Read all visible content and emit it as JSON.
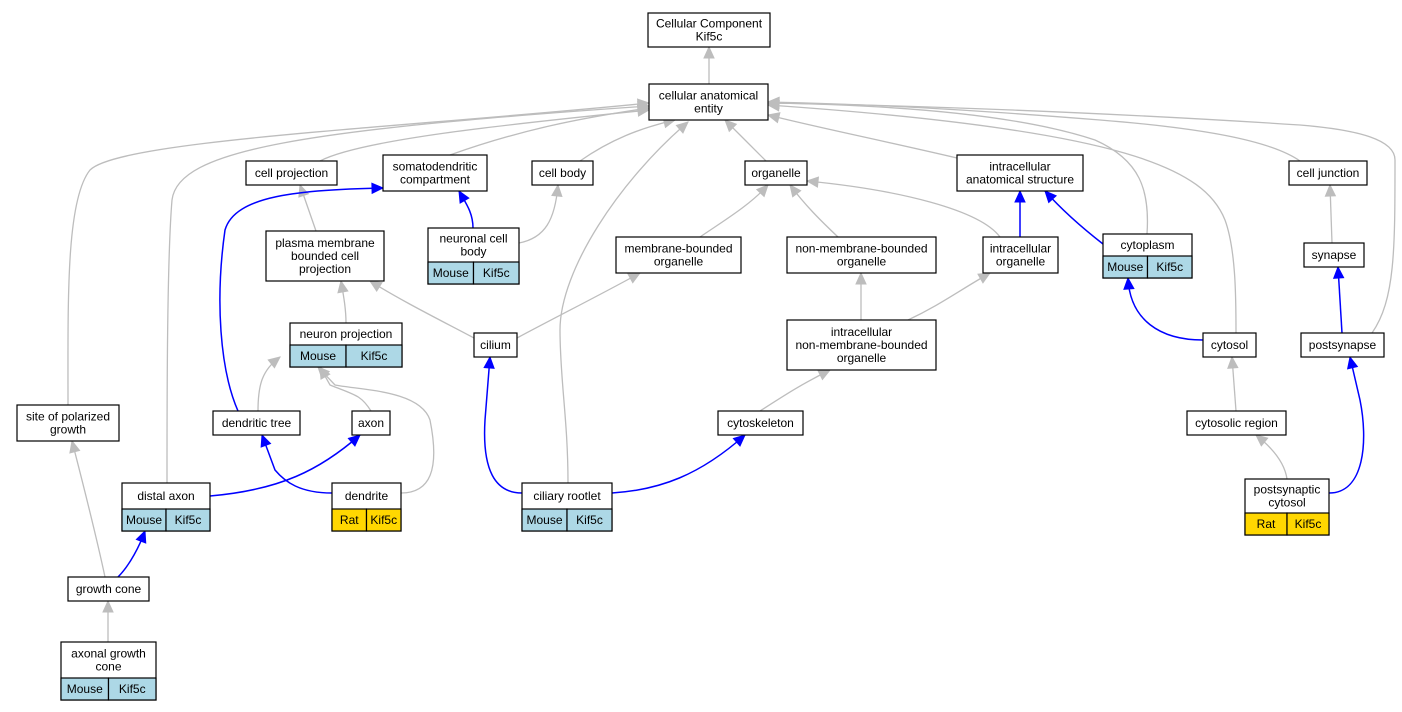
{
  "colors": {
    "edge_gray": "#bdbdbd",
    "edge_blue": "#0000ff",
    "mouse": "#add8e6",
    "rat": "#ffd700"
  },
  "nodes": {
    "cc": {
      "lines": [
        "Cellular Component",
        "Kif5c"
      ]
    },
    "cae": {
      "lines": [
        "cellular anatomical",
        "entity"
      ]
    },
    "cproj": {
      "lines": [
        "cell projection"
      ]
    },
    "sdc": {
      "lines": [
        "somatodendritic",
        "compartment"
      ]
    },
    "cbody": {
      "lines": [
        "cell body"
      ]
    },
    "org": {
      "lines": [
        "organelle"
      ]
    },
    "ias": {
      "lines": [
        "intracellular",
        "anatomical structure"
      ]
    },
    "cjunc": {
      "lines": [
        "cell junction"
      ]
    },
    "pmbcp": {
      "lines": [
        "plasma membrane",
        "bounded cell",
        "projection"
      ]
    },
    "ncb": {
      "lines": [
        "neuronal cell",
        "body"
      ],
      "species": "Mouse",
      "gene": "Kif5c"
    },
    "mbo": {
      "lines": [
        "membrane-bounded",
        "organelle"
      ]
    },
    "nmbo": {
      "lines": [
        "non-membrane-bounded",
        "organelle"
      ]
    },
    "io": {
      "lines": [
        "intracellular",
        "organelle"
      ]
    },
    "cyto": {
      "lines": [
        "cytoplasm"
      ],
      "species": "Mouse",
      "gene": "Kif5c"
    },
    "syn": {
      "lines": [
        "synapse"
      ]
    },
    "np": {
      "lines": [
        "neuron projection"
      ],
      "species": "Mouse",
      "gene": "Kif5c"
    },
    "cil": {
      "lines": [
        "cilium"
      ]
    },
    "inmbo": {
      "lines": [
        "intracellular",
        "non-membrane-bounded",
        "organelle"
      ]
    },
    "cytosol": {
      "lines": [
        "cytosol"
      ]
    },
    "psyn": {
      "lines": [
        "postsynapse"
      ]
    },
    "spg": {
      "lines": [
        "site of polarized",
        "growth"
      ]
    },
    "dtree": {
      "lines": [
        "dendritic tree"
      ]
    },
    "axon": {
      "lines": [
        "axon"
      ]
    },
    "csk": {
      "lines": [
        "cytoskeleton"
      ]
    },
    "cr": {
      "lines": [
        "cytosolic region"
      ]
    },
    "dax": {
      "lines": [
        "distal axon"
      ],
      "species": "Mouse",
      "gene": "Kif5c"
    },
    "dend": {
      "lines": [
        "dendrite"
      ],
      "species": "Rat",
      "gene": "Kif5c"
    },
    "crt": {
      "lines": [
        "ciliary rootlet"
      ],
      "species": "Mouse",
      "gene": "Kif5c"
    },
    "pscyt": {
      "lines": [
        "postsynaptic",
        "cytosol"
      ],
      "species": "Rat",
      "gene": "Kif5c"
    },
    "gc": {
      "lines": [
        "growth cone"
      ]
    },
    "agc": {
      "lines": [
        "axonal growth",
        "cone"
      ],
      "species": "Mouse",
      "gene": "Kif5c"
    }
  },
  "edges": [
    {
      "from": "cae",
      "to": "cc",
      "color": "gray"
    },
    {
      "from": "cproj",
      "to": "cae",
      "color": "gray"
    },
    {
      "from": "sdc",
      "to": "cae",
      "color": "gray"
    },
    {
      "from": "cbody",
      "to": "cae",
      "color": "gray"
    },
    {
      "from": "org",
      "to": "cae",
      "color": "gray"
    },
    {
      "from": "ias",
      "to": "cae",
      "color": "gray"
    },
    {
      "from": "cjunc",
      "to": "cae",
      "color": "gray"
    },
    {
      "from": "cyto",
      "to": "cae",
      "color": "gray"
    },
    {
      "from": "cytosol",
      "to": "cae",
      "color": "gray"
    },
    {
      "from": "psyn",
      "to": "cae",
      "color": "gray"
    },
    {
      "from": "spg",
      "to": "cae",
      "color": "gray"
    },
    {
      "from": "dax",
      "to": "cae",
      "color": "gray"
    },
    {
      "from": "crt",
      "to": "cae",
      "color": "gray"
    },
    {
      "from": "pmbcp",
      "to": "cproj",
      "color": "gray"
    },
    {
      "from": "ncb",
      "to": "sdc",
      "color": "blue"
    },
    {
      "from": "ncb",
      "to": "cbody",
      "color": "gray"
    },
    {
      "from": "mbo",
      "to": "org",
      "color": "gray"
    },
    {
      "from": "nmbo",
      "to": "org",
      "color": "gray"
    },
    {
      "from": "io",
      "to": "org",
      "color": "gray"
    },
    {
      "from": "io",
      "to": "ias",
      "color": "blue"
    },
    {
      "from": "cyto",
      "to": "ias",
      "color": "blue"
    },
    {
      "from": "syn",
      "to": "cjunc",
      "color": "gray"
    },
    {
      "from": "np",
      "to": "pmbcp",
      "color": "gray"
    },
    {
      "from": "cil",
      "to": "pmbcp",
      "color": "gray"
    },
    {
      "from": "cil",
      "to": "mbo",
      "color": "gray"
    },
    {
      "from": "inmbo",
      "to": "nmbo",
      "color": "gray"
    },
    {
      "from": "inmbo",
      "to": "io",
      "color": "gray"
    },
    {
      "from": "cytosol",
      "to": "cyto",
      "color": "blue"
    },
    {
      "from": "psyn",
      "to": "syn",
      "color": "blue"
    },
    {
      "from": "dtree",
      "to": "sdc",
      "color": "blue"
    },
    {
      "from": "dtree",
      "to": "np",
      "color": "gray"
    },
    {
      "from": "axon",
      "to": "np",
      "color": "gray"
    },
    {
      "from": "dend",
      "to": "np",
      "color": "gray"
    },
    {
      "from": "csk",
      "to": "inmbo",
      "color": "gray"
    },
    {
      "from": "cr",
      "to": "cytosol",
      "color": "gray"
    },
    {
      "from": "dax",
      "to": "axon",
      "color": "blue"
    },
    {
      "from": "dend",
      "to": "dtree",
      "color": "blue"
    },
    {
      "from": "crt",
      "to": "cil",
      "color": "blue"
    },
    {
      "from": "crt",
      "to": "csk",
      "color": "blue"
    },
    {
      "from": "pscyt",
      "to": "cr",
      "color": "gray"
    },
    {
      "from": "pscyt",
      "to": "psyn",
      "color": "blue"
    },
    {
      "from": "gc",
      "to": "spg",
      "color": "gray"
    },
    {
      "from": "gc",
      "to": "dax",
      "color": "blue"
    },
    {
      "from": "agc",
      "to": "gc",
      "color": "gray"
    }
  ]
}
